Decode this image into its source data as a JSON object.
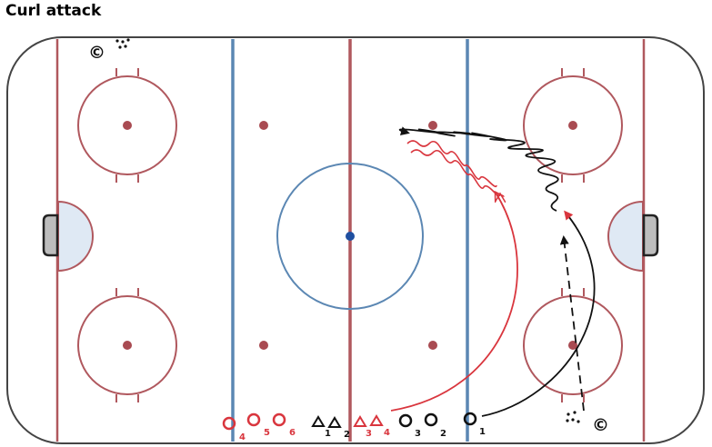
{
  "title": "Curl attack",
  "colors": {
    "boards": "#444444",
    "red_line": "#b0585e",
    "blue_line": "#5b87b3",
    "center_dot": "#1f4fa0",
    "crease_fill": "#dfe9f4",
    "goal_fill": "#bdbdbd",
    "red_player": "#d9363e",
    "black_player": "#111111"
  },
  "coaches": [
    {
      "symbol": "©",
      "position": "top-left"
    },
    {
      "symbol": "©",
      "position": "bottom-right"
    }
  ],
  "players": [
    {
      "shape": "circle",
      "color": "red",
      "number": "4"
    },
    {
      "shape": "circle",
      "color": "red",
      "number": "5"
    },
    {
      "shape": "circle",
      "color": "red",
      "number": "6"
    },
    {
      "shape": "triangle",
      "color": "black",
      "number": "1"
    },
    {
      "shape": "triangle",
      "color": "black",
      "number": "2"
    },
    {
      "shape": "triangle",
      "color": "red",
      "number": "3"
    },
    {
      "shape": "triangle",
      "color": "red",
      "number": "4"
    },
    {
      "shape": "circle",
      "color": "black",
      "number": "3"
    },
    {
      "shape": "circle",
      "color": "black",
      "number": "2"
    },
    {
      "shape": "circle",
      "color": "black",
      "number": "1"
    }
  ],
  "paths": [
    {
      "type": "skate",
      "color": "red"
    },
    {
      "type": "skate-with-puck",
      "color": "red"
    },
    {
      "type": "skate",
      "color": "black"
    },
    {
      "type": "pass",
      "color": "black"
    },
    {
      "type": "skate-with-puck",
      "color": "black"
    }
  ]
}
